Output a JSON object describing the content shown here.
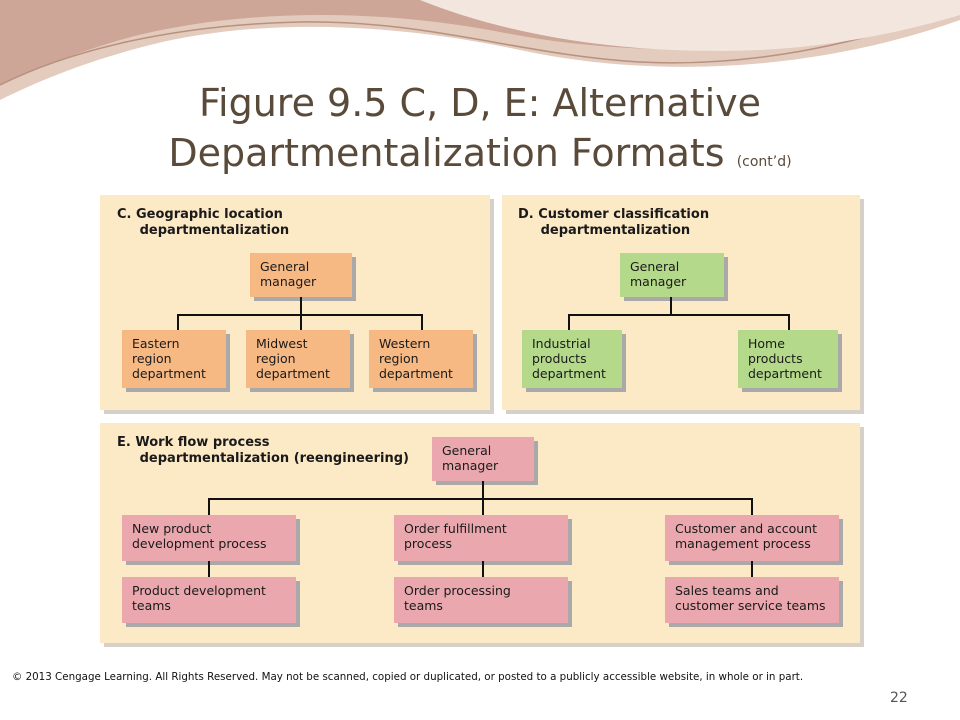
{
  "slide": {
    "title_line1": "Figure 9.5 C, D, E: Alternative",
    "title_line2": "Departmentalization Formats",
    "title_suffix": "(cont’d)",
    "footer": "© 2013 Cengage Learning. All Rights Reserved. May not be scanned, copied or duplicated, or posted to a publicly accessible website, in whole or in part.",
    "page_number": "22"
  },
  "colors": {
    "panel_bg": "#fce9c6",
    "orange_box": "#f7b984",
    "green_box": "#b5d98a",
    "pink_box": "#eaa8ae",
    "title_text": "#5a4a3a"
  },
  "diagram": {
    "panel_c": {
      "label": "C. Geographic location\n     departmentalization",
      "top": "General\nmanager",
      "children": [
        "Eastern\nregion\ndepartment",
        "Midwest\nregion\ndepartment",
        "Western\nregion\ndepartment"
      ]
    },
    "panel_d": {
      "label": "D. Customer classification\n     departmentalization",
      "top": "General\nmanager",
      "children": [
        "Industrial\nproducts\ndepartment",
        "Home\nproducts\ndepartment"
      ]
    },
    "panel_e": {
      "label": "E. Work flow process\n     departmentalization (reengineering)",
      "top": "General\nmanager",
      "processes": [
        "New product\ndevelopment process",
        "Order fulfillment\nprocess",
        "Customer and account\nmanagement process"
      ],
      "teams": [
        "Product development\nteams",
        "Order processing\nteams",
        "Sales teams and\ncustomer service teams"
      ]
    }
  }
}
